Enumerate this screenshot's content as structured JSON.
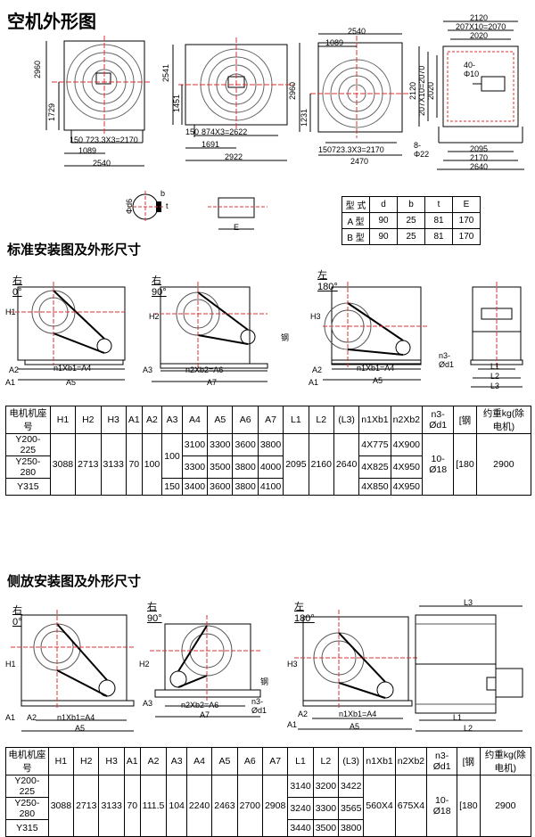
{
  "titles": {
    "outline": "空机外形图",
    "standard": "标准安装图及外形尺寸",
    "side": "侧放安装图及外形尺寸"
  },
  "fig1": {
    "height": "2960",
    "h_inner": "1729",
    "dim_a": "150",
    "dim_b": "723.3X3=2170",
    "dim_c": "1089",
    "width": "2540"
  },
  "fig2": {
    "top": "2541",
    "h": "1451",
    "dim_a": "150",
    "dim_b": "874X3=2622",
    "dim_c": "1691",
    "width": "2922"
  },
  "fig3": {
    "width_top": "2540",
    "offset": "1089",
    "height": "2960",
    "h_low": "1231",
    "dim_a": "150",
    "dim_b": "723.3X3=2170",
    "width": "2470"
  },
  "fig4": {
    "w1": "2120",
    "w2": "207X10=2070",
    "w3": "2020",
    "holes": "40-Φ10",
    "h1": "2120",
    "h2": "207X10=2070",
    "h3": "2020",
    "holes2": "8-Φ22",
    "b1": "2095",
    "b2": "2170",
    "b3": "2640"
  },
  "shaft": {
    "d_label": "Φd6",
    "b_label": "b",
    "t_label": "t",
    "e_label": "E"
  },
  "key_table": {
    "headers": [
      "型 式",
      "d",
      "b",
      "t",
      "E"
    ],
    "rows": [
      [
        "A 型",
        "90",
        "25",
        "81",
        "170"
      ],
      [
        "B 型",
        "90",
        "25",
        "81",
        "170"
      ]
    ]
  },
  "std": {
    "labels": {
      "r0": "右0°",
      "r90": "右90°",
      "l180": "左180°",
      "steel": "钢"
    },
    "dims": {
      "h1": "H1",
      "h2": "H2",
      "h3": "H3",
      "a1": "A1",
      "a2": "A2",
      "a3": "A3",
      "a5": "A5",
      "a7": "A7",
      "n1": "n1Xb1=A4",
      "n2": "n2Xb2=A6",
      "n1b": "n1Xb1=A4",
      "nd": "n3-Ød1",
      "l1": "L1",
      "l2": "L2",
      "l3": "L3"
    }
  },
  "side": {
    "labels": {
      "r0": "右0°",
      "r90": "右90°",
      "l180": "左180°",
      "steel": "钢"
    },
    "dims": {
      "h1": "H1",
      "h2": "H2",
      "h3": "H3",
      "a1": "A1",
      "a2": "A2",
      "a3": "A3",
      "a5": "A5",
      "a7": "A7",
      "n1": "n1Xb1=A4",
      "n2": "n2Xb2=A6",
      "n1b": "n1Xb1=A4",
      "nd": "n3-Ød1",
      "l1": "L1",
      "l2": "L2",
      "l3": "L3"
    }
  },
  "table1": {
    "headers": [
      "电机机座号",
      "H1",
      "H2",
      "H3",
      "A1",
      "A2",
      "A3",
      "A4",
      "A5",
      "A6",
      "A7",
      "L1",
      "L2",
      "(L3)",
      "n1Xb1",
      "n2Xb2",
      "n3-Ød1",
      "[钢",
      "约重kg(除电机)"
    ],
    "models": [
      "Y200-225",
      "Y250-280",
      "Y315"
    ],
    "h1": "3088",
    "h2": "2713",
    "h3": "3133",
    "a1": "70",
    "a2": "100",
    "a3": [
      "100",
      "150"
    ],
    "a4": [
      "3100",
      "3300",
      "3400"
    ],
    "a5": [
      "3300",
      "3500",
      "3600"
    ],
    "a6": [
      "3600",
      "3800",
      "3800"
    ],
    "a7": [
      "3800",
      "4000",
      "4100"
    ],
    "l1": "2095",
    "l2": "2160",
    "l3": "2640",
    "n1": [
      "4X775",
      "4X825",
      "4X850"
    ],
    "n2": [
      "4X900",
      "4X950",
      "4X950"
    ],
    "n3": "10-Ø18",
    "steel": "[180",
    "weight": "2900"
  },
  "table2": {
    "headers": [
      "电机机座号",
      "H1",
      "H2",
      "H3",
      "A1",
      "A2",
      "A3",
      "A4",
      "A5",
      "A6",
      "A7",
      "L1",
      "L2",
      "(L3)",
      "n1Xb1",
      "n2Xb2",
      "n3-Ød1",
      "[钢",
      "约重kg(除电机)"
    ],
    "models": [
      "Y200-225",
      "Y250-280",
      "Y315"
    ],
    "h1": "3088",
    "h2": "2713",
    "h3": "3133",
    "a1": "70",
    "a2": "111.5",
    "a3": "104",
    "a4": "2240",
    "a5": "2463",
    "a6": "2700",
    "a7": "2908",
    "l1": [
      "3140",
      "3240",
      "3440"
    ],
    "l2": [
      "3200",
      "3300",
      "3500"
    ],
    "l3": [
      "3422",
      "3565",
      "3800"
    ],
    "n1": "560X4",
    "n2": "675X4",
    "n3": "10-Ø18",
    "steel": "[180",
    "weight": "2900"
  }
}
